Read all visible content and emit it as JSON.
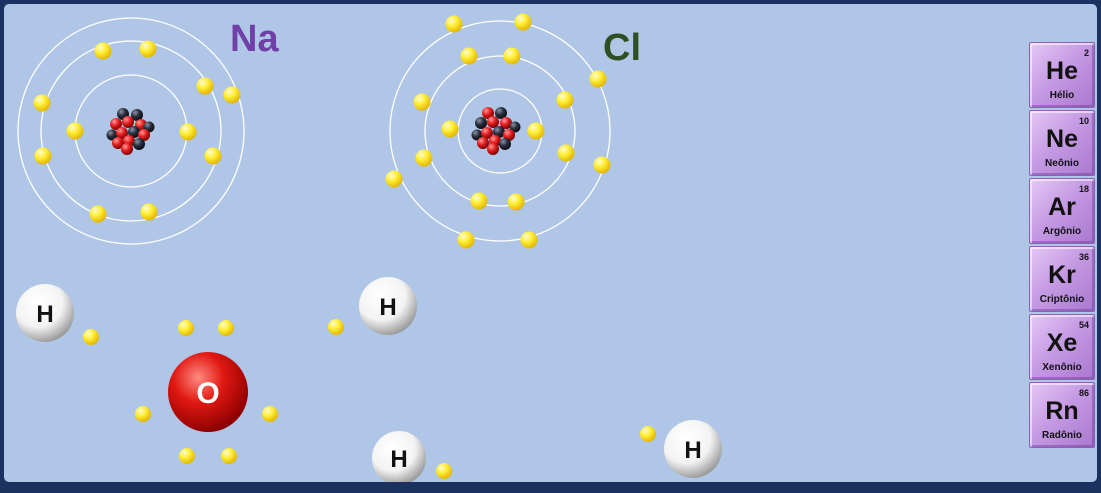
{
  "atoms": {
    "sodium": {
      "symbol": "Na",
      "symbol_color": "#7040a8"
    },
    "chlorine": {
      "symbol": "Cl",
      "symbol_color": "#2f4f22"
    }
  },
  "molecule_atoms": {
    "oxygen": "O",
    "hydrogen": [
      "H",
      "H",
      "H",
      "H"
    ]
  },
  "noble_gases": [
    {
      "number": "2",
      "symbol": "He",
      "name": "Hélio"
    },
    {
      "number": "10",
      "symbol": "Ne",
      "name": "Neônio"
    },
    {
      "number": "18",
      "symbol": "Ar",
      "name": "Argônio"
    },
    {
      "number": "36",
      "symbol": "Kr",
      "name": "Criptônio"
    },
    {
      "number": "54",
      "symbol": "Xe",
      "name": "Xenônio"
    },
    {
      "number": "86",
      "symbol": "Rn",
      "name": "Radônio"
    }
  ],
  "colors": {
    "background": "#b0c6e6",
    "electron": "#ffe632",
    "proton": "#e41f1f",
    "neutron": "#2a2f3c",
    "oxygen": "#d5100f",
    "hydrogen": "#ffffff",
    "noble_gas_tile": "#c69be4"
  }
}
